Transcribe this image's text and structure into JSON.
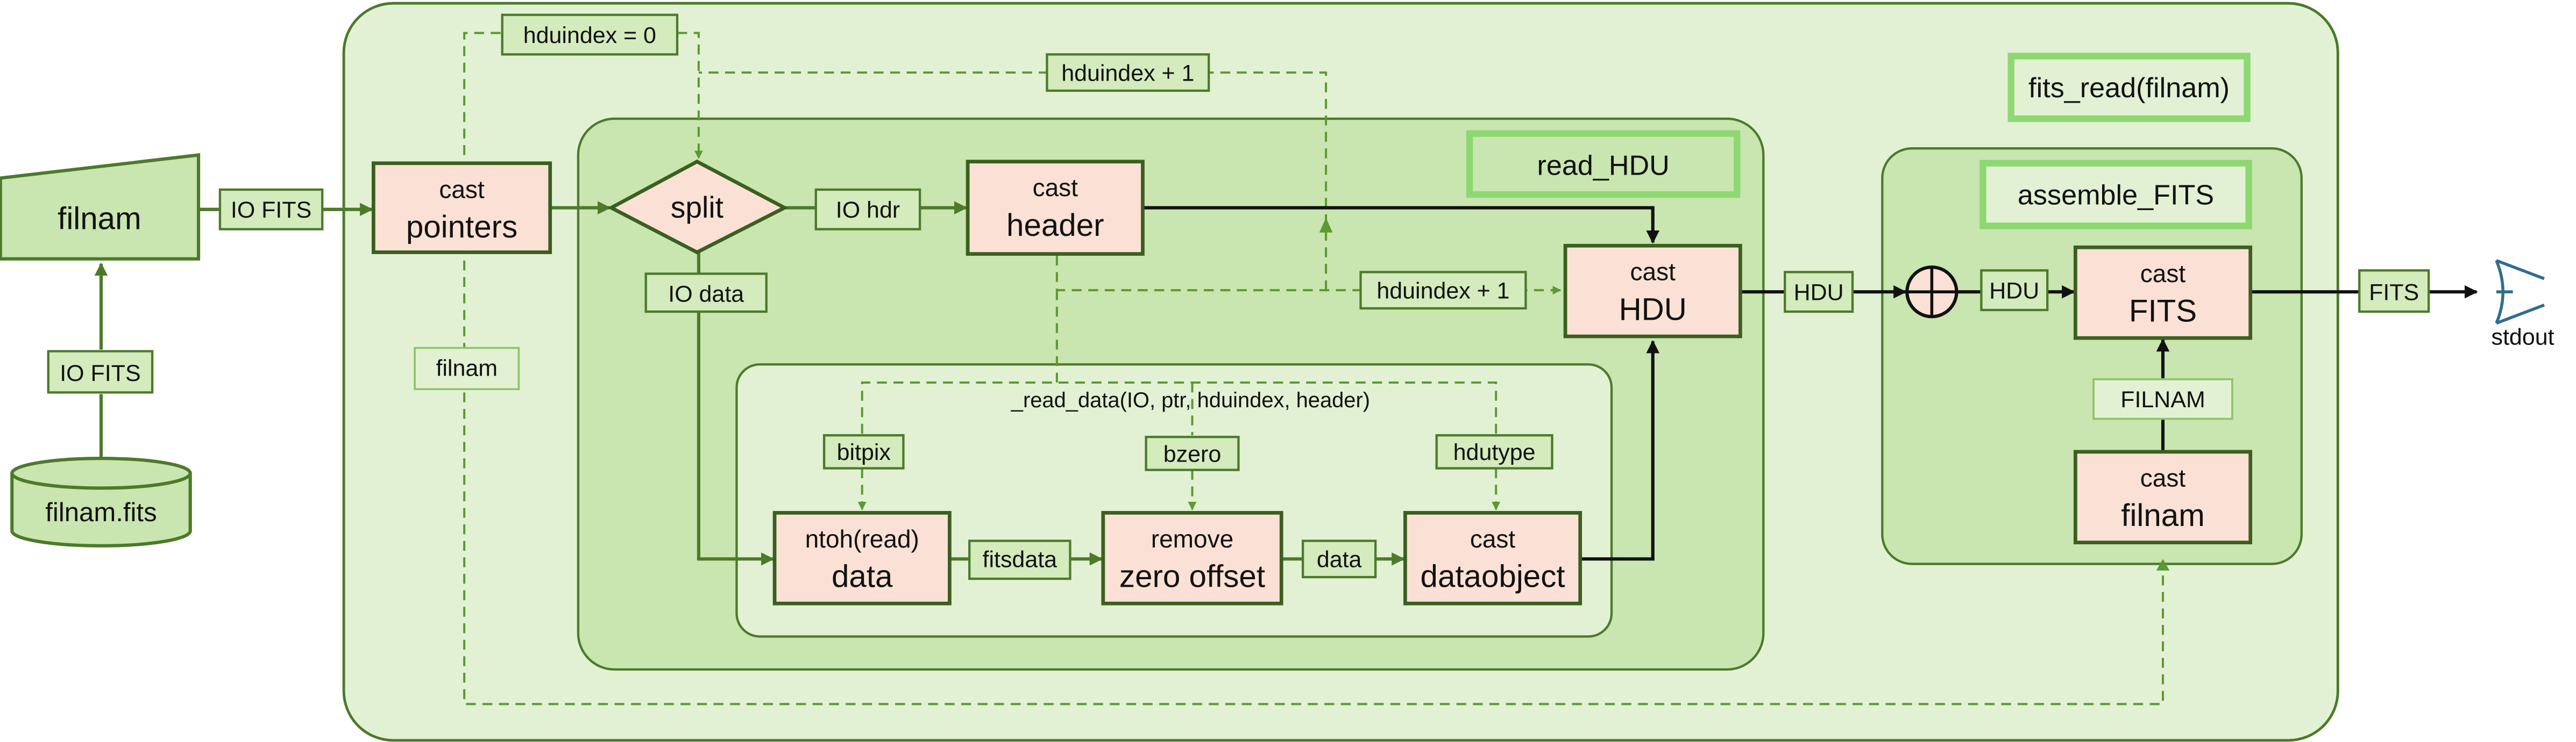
{
  "colors": {
    "outer_fill": "#e2f1d4",
    "inner_fill": "#c9e5b0",
    "stroke": "#4c7a2a",
    "process_fill": "#fbe1d5",
    "label_fill": "#d4ebbd",
    "title_stroke": "#8dd870",
    "dashed": "#5b9a2e",
    "line": "#111111",
    "stdout": "#2f6d8f"
  },
  "titles": {
    "fits_read": "fits_read(filnam)",
    "read_hdu": "read_HDU",
    "assemble_fits": "assemble_FITS"
  },
  "nodes": {
    "filnam_input": "filnam",
    "filnam_fits": "filnam.fits",
    "cast_pointers": {
      "top": "cast",
      "bottom": "pointers"
    },
    "split": "split",
    "cast_header": {
      "top": "cast",
      "bottom": "header"
    },
    "cast_hdu": {
      "top": "cast",
      "bottom": "HDU"
    },
    "ntoh_data": {
      "top": "ntoh(read)",
      "bottom": "data"
    },
    "remove_zero": {
      "top": "remove",
      "bottom": "zero offset"
    },
    "cast_dataobject": {
      "top": "cast",
      "bottom": "dataobject"
    },
    "cast_fits": {
      "top": "cast",
      "bottom": "FITS"
    },
    "cast_filnam": {
      "top": "cast",
      "bottom": "filnam"
    },
    "stdout": "stdout"
  },
  "labels": {
    "io_fits_left": "IO FITS",
    "io_fits_vertical": "IO FITS",
    "hduindex_zero": "hduindex = 0",
    "hduindex_plus_top": "hduindex + 1",
    "hduindex_plus_mid": "hduindex + 1",
    "io_hdr": "IO hdr",
    "io_data": "IO data",
    "filnam_dashed": "filnam",
    "bitpix": "bitpix",
    "bzero": "bzero",
    "hdutype": "hdutype",
    "read_data_call": "_read_data(IO, ptr, hduindex, header)",
    "fitsdata": "fitsdata",
    "data": "data",
    "hdu_out": "HDU",
    "hdu_in": "HDU",
    "FILNAM": "FILNAM",
    "fits_out": "FITS"
  }
}
